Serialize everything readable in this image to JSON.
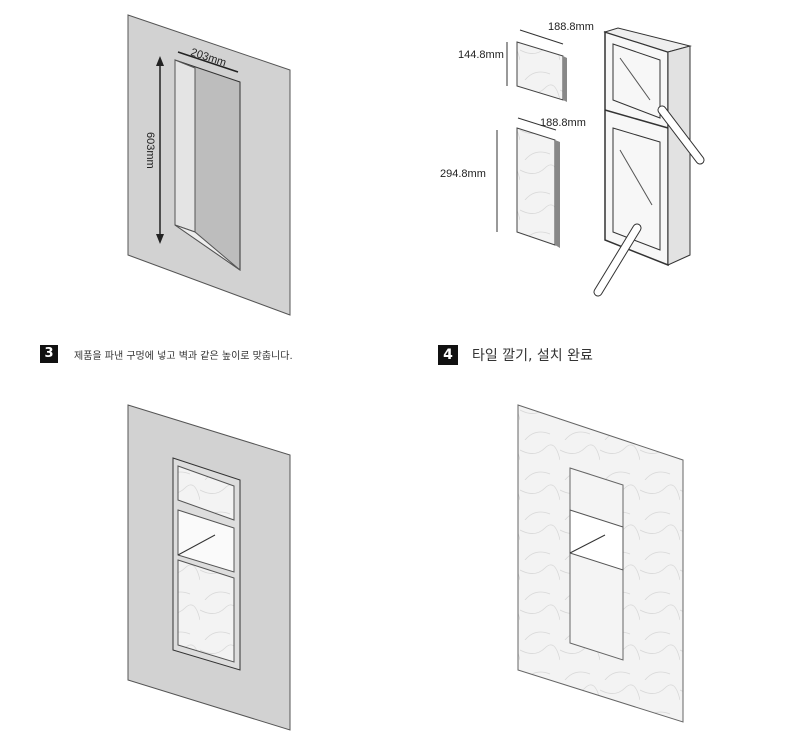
{
  "panel1": {
    "width_label": "203mm",
    "height_label": "603mm"
  },
  "panel2": {
    "small_tile_width": "188.8mm",
    "small_tile_height": "144.8mm",
    "large_tile_width": "188.8mm",
    "large_tile_height": "294.8mm"
  },
  "step3": {
    "number": "3",
    "text": "제품을 파낸 구멍에 넣고 벽과 같은 높이로 맞춥니다."
  },
  "step4": {
    "number": "4",
    "text": "타일 깔기, 설치 완료"
  },
  "colors": {
    "wall": "#cfcfcf",
    "tile": "#f2f2f2",
    "line": "#333333"
  }
}
